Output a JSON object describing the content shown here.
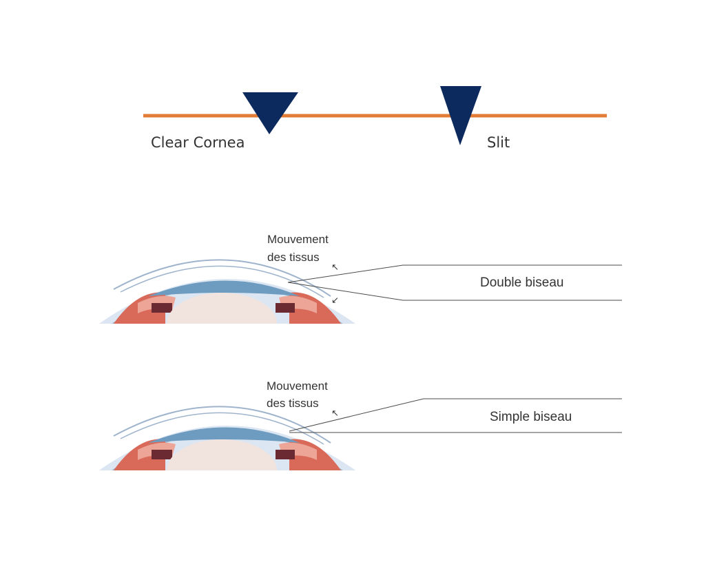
{
  "colors": {
    "incision_line": "#e37c35",
    "blade": "#0d2a5e",
    "leader_line": "#4a4a4a",
    "label_text": "#333333",
    "cornea_outer": "#dbe6f2",
    "cornea_stroke": "#9fb4cc",
    "iris_blue": "#6e9cc0",
    "lens": "#f1e4df",
    "tissue_red": "#d96a5a",
    "tissue_pink": "#eda597",
    "tissue_dark": "#6b2a32"
  },
  "top_diagram": {
    "left_label": "Clear Cornea",
    "right_label": "Slit"
  },
  "eye_panels": [
    {
      "movement_label_line1": "Mouvement",
      "movement_label_line2": "des tissus",
      "callout": "Double biseau",
      "arrows": [
        "up-left-arrow",
        "down-left-arrow"
      ]
    },
    {
      "movement_label_line1": "Mouvement",
      "movement_label_line2": "des tissus",
      "callout": "Simple biseau",
      "arrows": [
        "up-left-arrow"
      ]
    }
  ]
}
